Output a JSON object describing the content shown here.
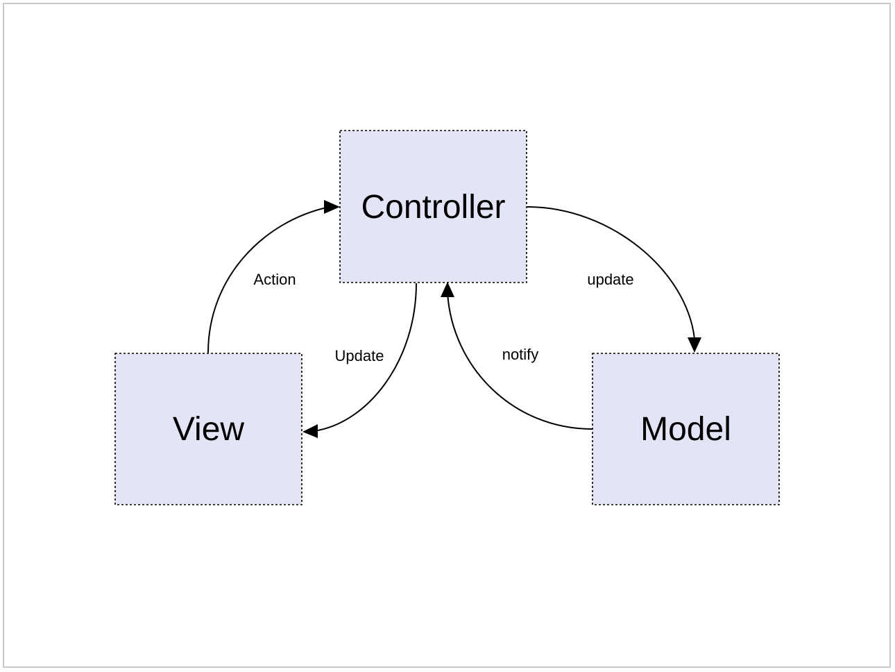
{
  "nodes": {
    "controller": {
      "label": "Controller"
    },
    "view": {
      "label": "View"
    },
    "model": {
      "label": "Model"
    }
  },
  "edges": {
    "action": {
      "label": "Action",
      "from": "View",
      "to": "Controller"
    },
    "update_view": {
      "label": "Update",
      "from": "Controller",
      "to": "View"
    },
    "update_model": {
      "label": "update",
      "from": "Controller",
      "to": "Model"
    },
    "notify": {
      "label": "notify",
      "from": "Model",
      "to": "Controller"
    }
  },
  "colors": {
    "node_fill": "#e3e4f6",
    "node_border": "#000000",
    "frame_border": "#c8c8c8"
  }
}
